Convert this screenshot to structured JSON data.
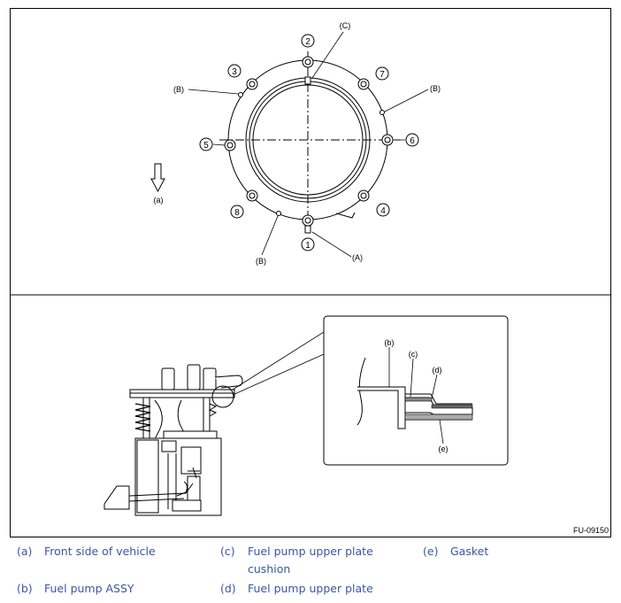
{
  "figure": {
    "id": "FU-09150",
    "callouts": {
      "C": "(C)",
      "B": "(B)",
      "A": "(A)",
      "a": "(a)",
      "b": "(b)",
      "c": "(c)",
      "d": "(d)",
      "e": "(e)"
    },
    "bolt_numbers": [
      "1",
      "2",
      "3",
      "4",
      "5",
      "6",
      "7",
      "8"
    ]
  },
  "legend": [
    {
      "key": "(a)",
      "text": "Front side of vehicle"
    },
    {
      "key": "(b)",
      "text": "Fuel pump ASSY"
    },
    {
      "key": "(c)",
      "text": "Fuel pump upper plate cushion"
    },
    {
      "key": "(d)",
      "text": "Fuel pump upper plate"
    },
    {
      "key": "(e)",
      "text": "Gasket"
    }
  ],
  "colors": {
    "legend_text": "#3a56a3",
    "line": "#000000",
    "component_fill": "#ffffff"
  }
}
